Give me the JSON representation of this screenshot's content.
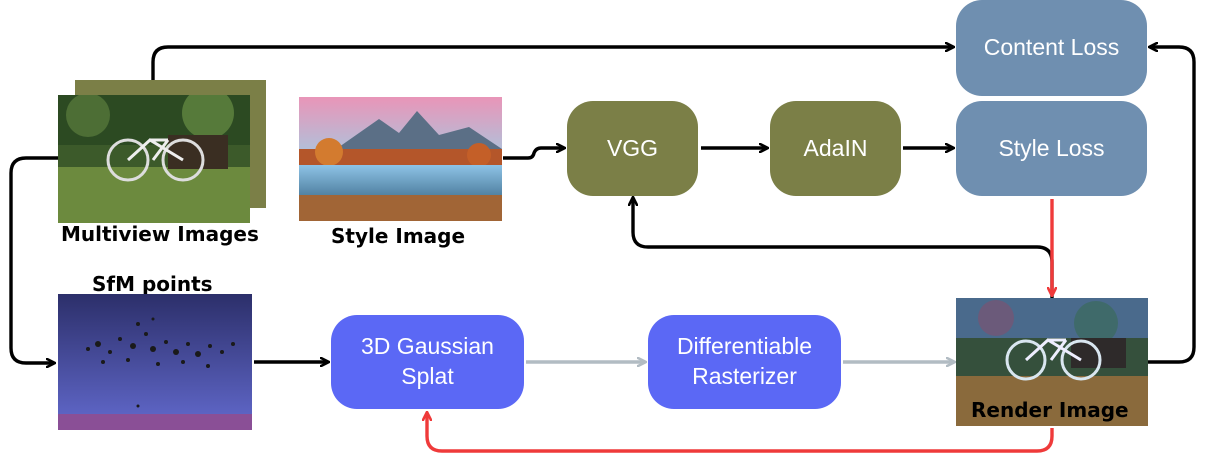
{
  "nodes": {
    "content_loss": "Content Loss",
    "vgg": "VGG",
    "adain": "AdaIN",
    "style_loss": "Style Loss",
    "gaussian_splat": "3D Gaussian\nSplat",
    "rasterizer": "Differentiable\nRasterizer"
  },
  "image_labels": {
    "multiview": "Multiview Images",
    "style": "Style Image",
    "sfm": "SfM points",
    "render": "Render Image"
  },
  "colors": {
    "olive": "#7b7f47",
    "steel": "#6f8fb0",
    "blue": "#5b68f5",
    "black_arrow": "#000000",
    "gray_arrow": "#b2bcc3",
    "red_arrow": "#ef3a3a"
  }
}
